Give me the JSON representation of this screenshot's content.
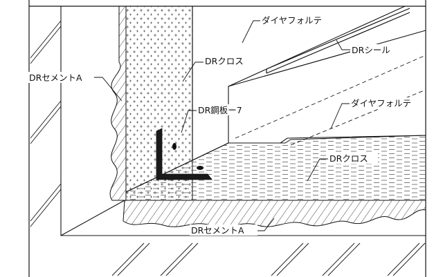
{
  "labels": {
    "cement_left": "DRセメントA",
    "cloth_wall": "DRクロス",
    "diamond_top": "ダイヤフォルテ",
    "seal": "DRシール",
    "steel_plate": "DR鋼板ー7",
    "diamond_floor": "ダイヤフォルテ",
    "cloth_floor": "DRクロス",
    "cement_bottom": "DRセメントA"
  },
  "colors": {
    "line": "#111111",
    "background": "#ffffff"
  }
}
